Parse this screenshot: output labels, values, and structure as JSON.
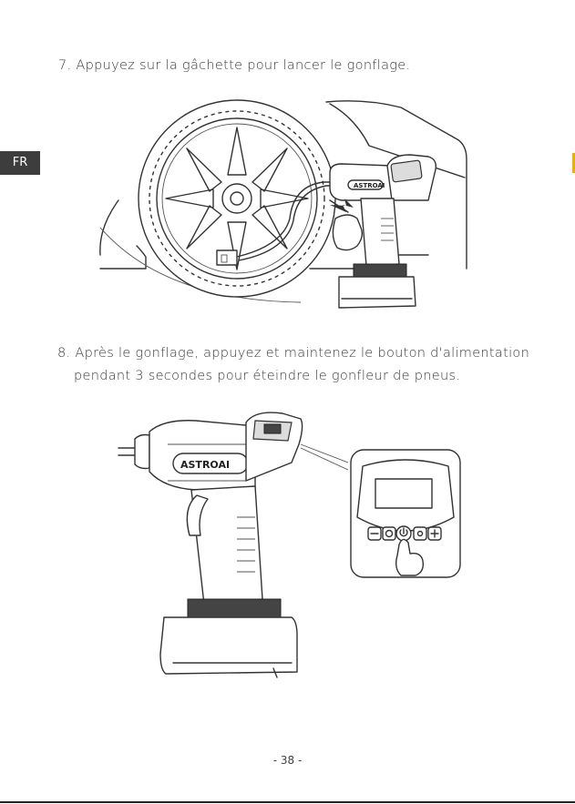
{
  "language_tab": "FR",
  "steps": [
    {
      "number": "7.",
      "text": "Appuyez sur la gâchette pour lancer le gonflage."
    },
    {
      "number": "8.",
      "line1": "Après le gonflage, appuyez et maintenez le bouton d'alimentation",
      "line2": "pendant 3 secondes pour éteindre le gonfleur de pneus."
    }
  ],
  "brand_logo": "ASTROAI",
  "page_number": "- 38 -",
  "icons": [
    "tire-inflator-icon",
    "wheel-icon",
    "hand-pointer-icon",
    "power-button-icon",
    "minus-icon",
    "plus-icon",
    "gear-icon",
    "light-icon"
  ],
  "colors": {
    "tab_background": "#3d3d3d",
    "text": "#3a3a3a",
    "accent_mark": "#e8b400"
  }
}
